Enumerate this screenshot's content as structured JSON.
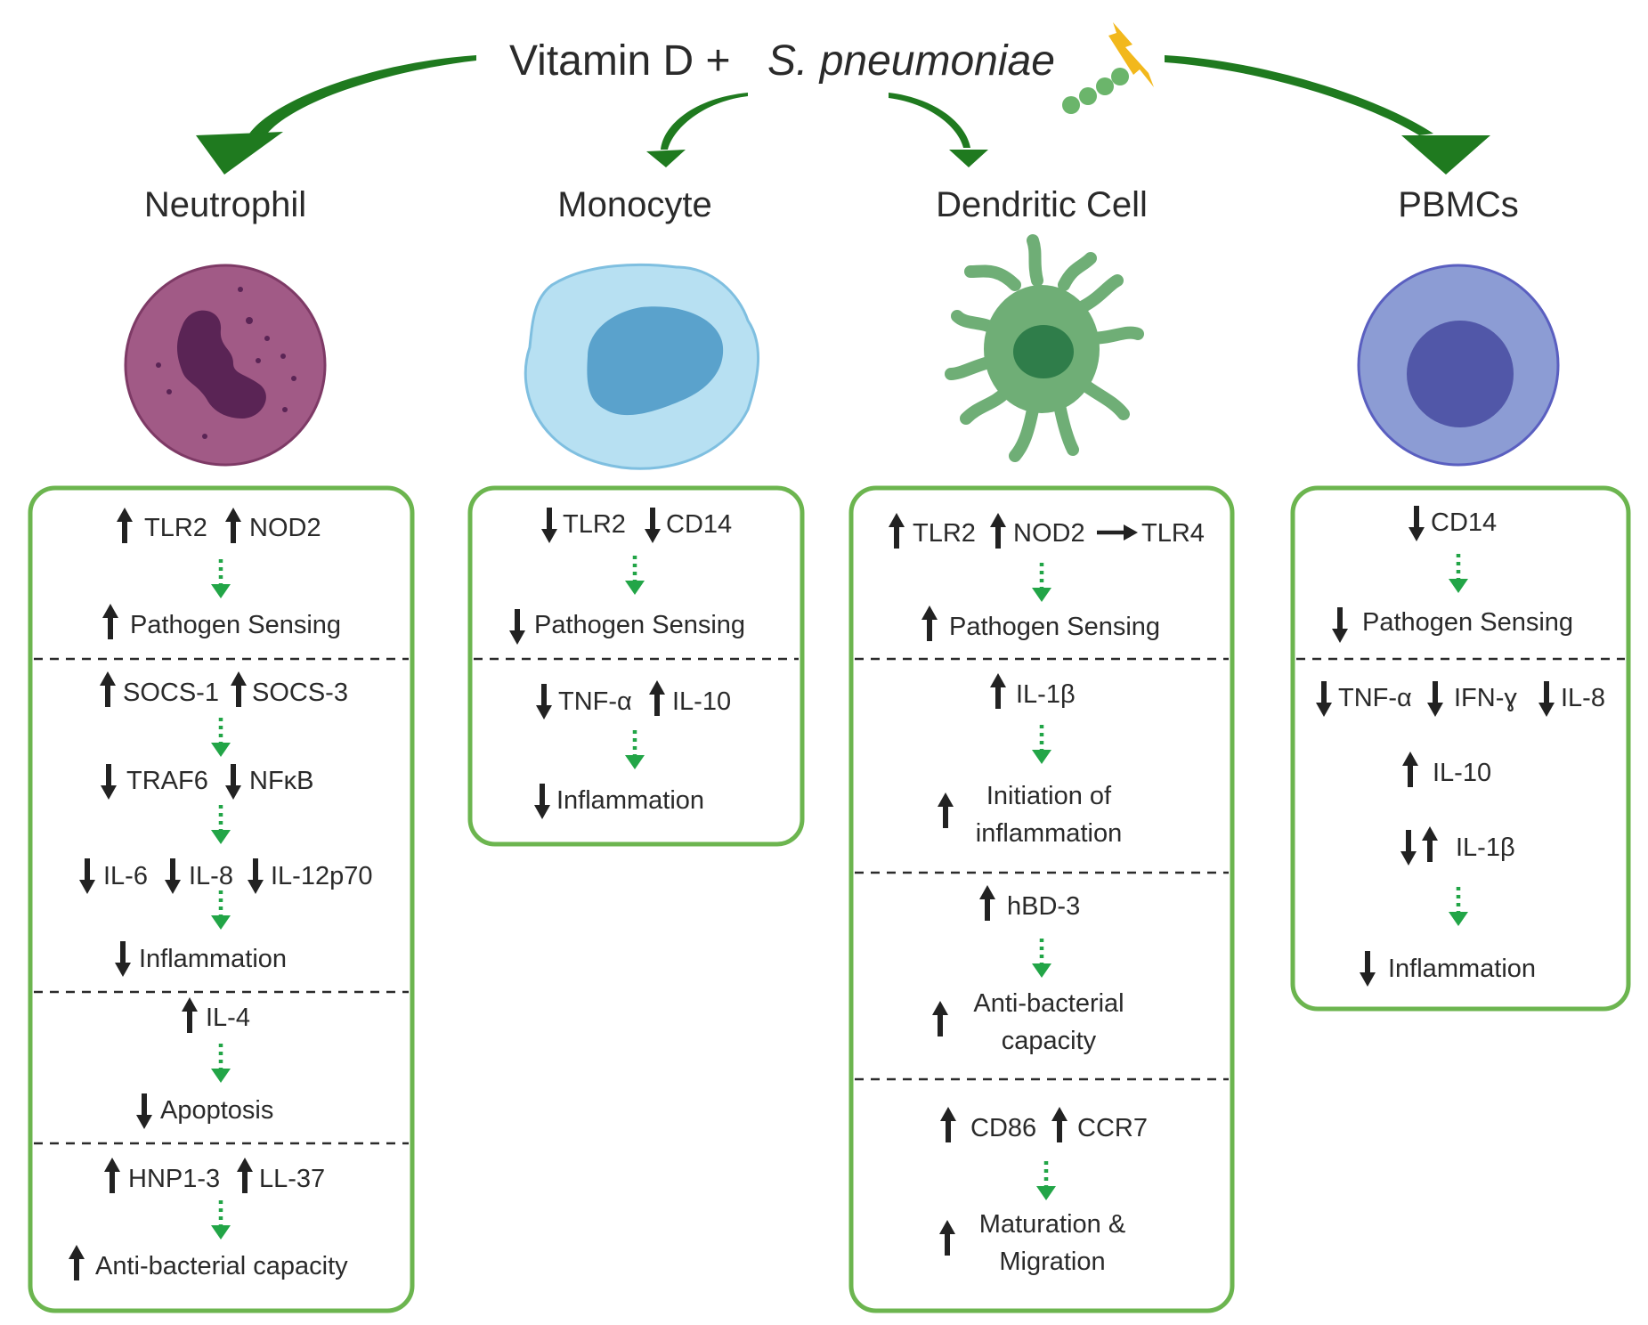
{
  "title": {
    "prefix": "Vitamin D +",
    "species": "S. pneumoniae"
  },
  "colors": {
    "box_border": "#6cb54f",
    "flow_arrow": "#22a547",
    "top_arrow": "#1f7a1f",
    "neutrophil": "#a15a86",
    "monocyte": "#a9d8ee",
    "dendritic": "#6fae76",
    "pbmc": "#8c9cd4"
  },
  "cells": {
    "neutrophil": {
      "name": "Neutrophil",
      "r1": {
        "a": "TLR2",
        "b": "NOD2"
      },
      "r2": "Pathogen Sensing",
      "r3": {
        "a": "SOCS-1",
        "b": "SOCS-3"
      },
      "r4": {
        "a": "TRAF6",
        "b": "NFκB"
      },
      "r5": {
        "a": "IL-6",
        "b": "IL-8",
        "c": "IL-12p70"
      },
      "r6": "Inflammation",
      "r7": "IL-4",
      "r8": "Apoptosis",
      "r9": {
        "a": "HNP1-3",
        "b": "LL-37"
      },
      "r10": "Anti-bacterial capacity"
    },
    "monocyte": {
      "name": "Monocyte",
      "r1": {
        "a": "TLR2",
        "b": "CD14"
      },
      "r2": "Pathogen Sensing",
      "r3": {
        "a": "TNF-α",
        "b": "IL-10"
      },
      "r4": "Inflammation"
    },
    "dendritic": {
      "name": "Dendritic Cell",
      "r1": {
        "a": "TLR2",
        "b": "NOD2",
        "c": "TLR4"
      },
      "r2": "Pathogen Sensing",
      "r3": "IL-1β",
      "r4": {
        "l1": "Initiation of",
        "l2": "inflammation"
      },
      "r5": "hBD-3",
      "r6": {
        "l1": "Anti-bacterial",
        "l2": "capacity"
      },
      "r7": {
        "a": "CD86",
        "b": "CCR7"
      },
      "r8": {
        "l1": "Maturation &",
        "l2": "Migration"
      }
    },
    "pbmcs": {
      "name": "PBMCs",
      "r1": "CD14",
      "r2": "Pathogen Sensing",
      "r3": {
        "a": "TNF-α",
        "b": "IFN-ɣ",
        "c": "IL-8"
      },
      "r4": "IL-10",
      "r5": "IL-1β",
      "r6": "Inflammation"
    }
  }
}
